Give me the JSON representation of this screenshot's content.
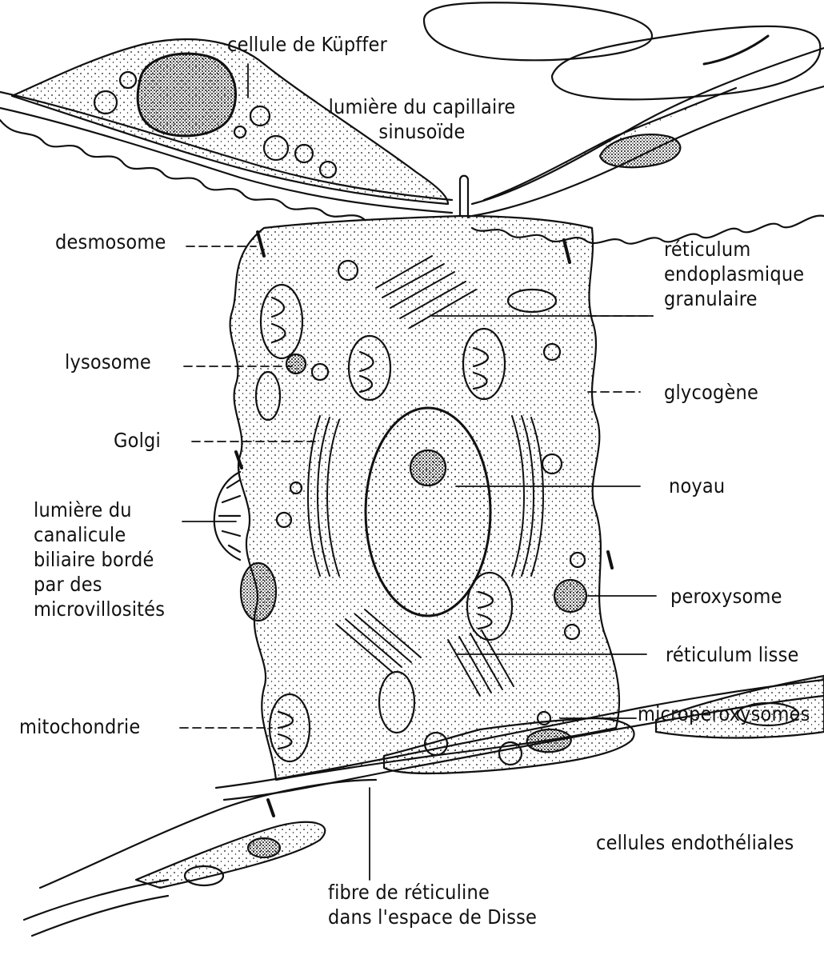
{
  "figure": {
    "labels": {
      "kupffer": "cellule de Küpffer",
      "sinus_line1": "lumière du capillaire",
      "sinus_line2": "sinusoïde",
      "desmosome": "desmosome",
      "rer_line1": "réticulum",
      "rer_line2": "endoplasmique",
      "rer_line3": "granulaire",
      "lysosome": "lysosome",
      "glycogene": "glycogène",
      "golgi": "Golgi",
      "noyau": "noyau",
      "canal_line1": "lumière du",
      "canal_line2": "canalicule",
      "canal_line3": "biliaire bordé",
      "canal_line4": "par des",
      "canal_line5": "microvillosités",
      "peroxysome": "peroxysome",
      "reticulum_lisse": "réticulum lisse",
      "mitochondrie": "mitochondrie",
      "microperoxysomes": "microperoxysomes",
      "endotheliales": "cellules endothéliales",
      "fibre_line1": "fibre de réticuline",
      "fibre_line2": "dans l'espace de Disse"
    },
    "colors": {
      "ink": "#111111",
      "paper": "#ffffff"
    }
  }
}
